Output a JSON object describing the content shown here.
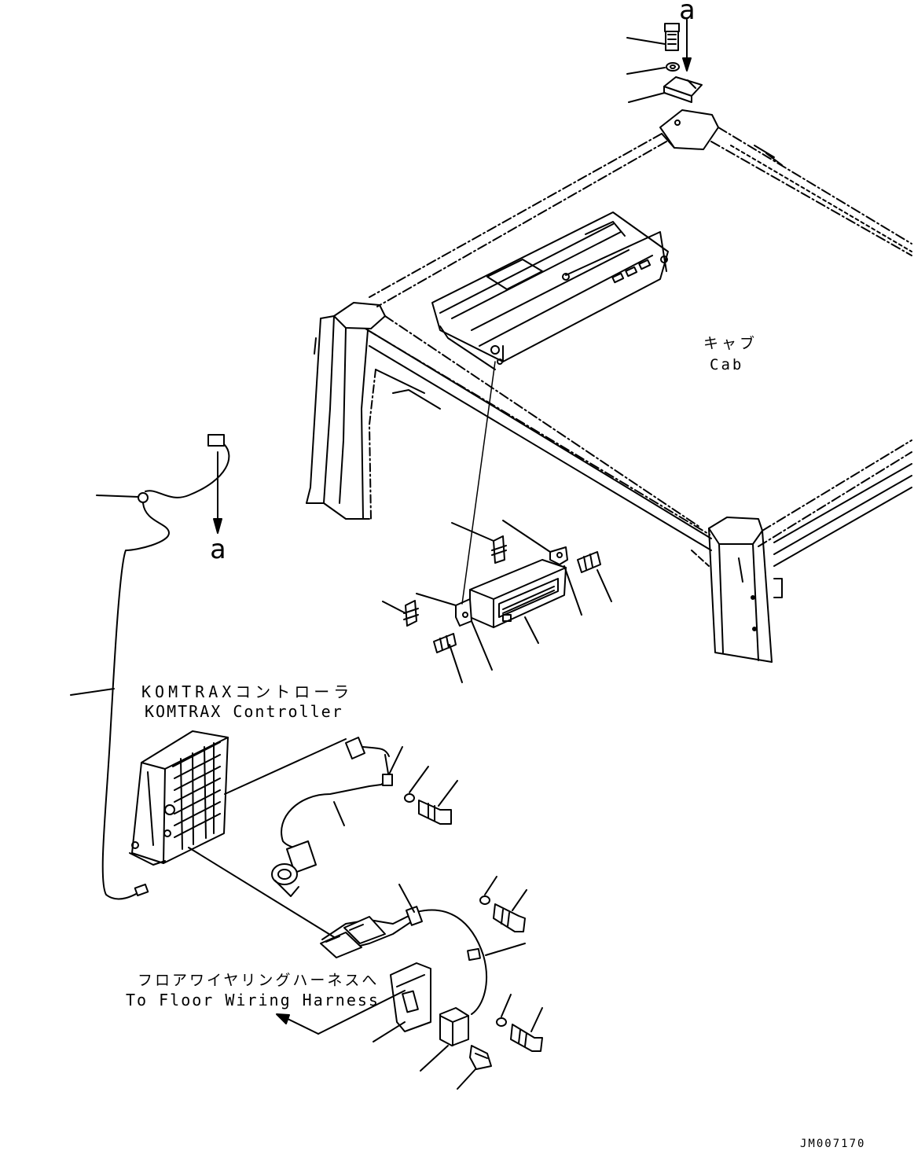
{
  "labels": {
    "cab_jp": "キャブ",
    "cab_en": "Cab",
    "controller_jp": "KOMTRAXコントローラ",
    "controller_en": "KOMTRAX Controller",
    "floor_jp": "フロアワイヤリングハーネスへ",
    "floor_en": "To Floor Wiring Harness",
    "ref_a_top": "a",
    "ref_a_left": "a",
    "drawing_number": "JM007170"
  },
  "colors": {
    "line": "#000000",
    "background": "#ffffff"
  },
  "parts": [
    "cab",
    "antenna-bracket",
    "antenna-cable",
    "komtrax-controller",
    "radio-unit",
    "harness",
    "power-socket",
    "connector-bracket",
    "bolts",
    "washers"
  ]
}
